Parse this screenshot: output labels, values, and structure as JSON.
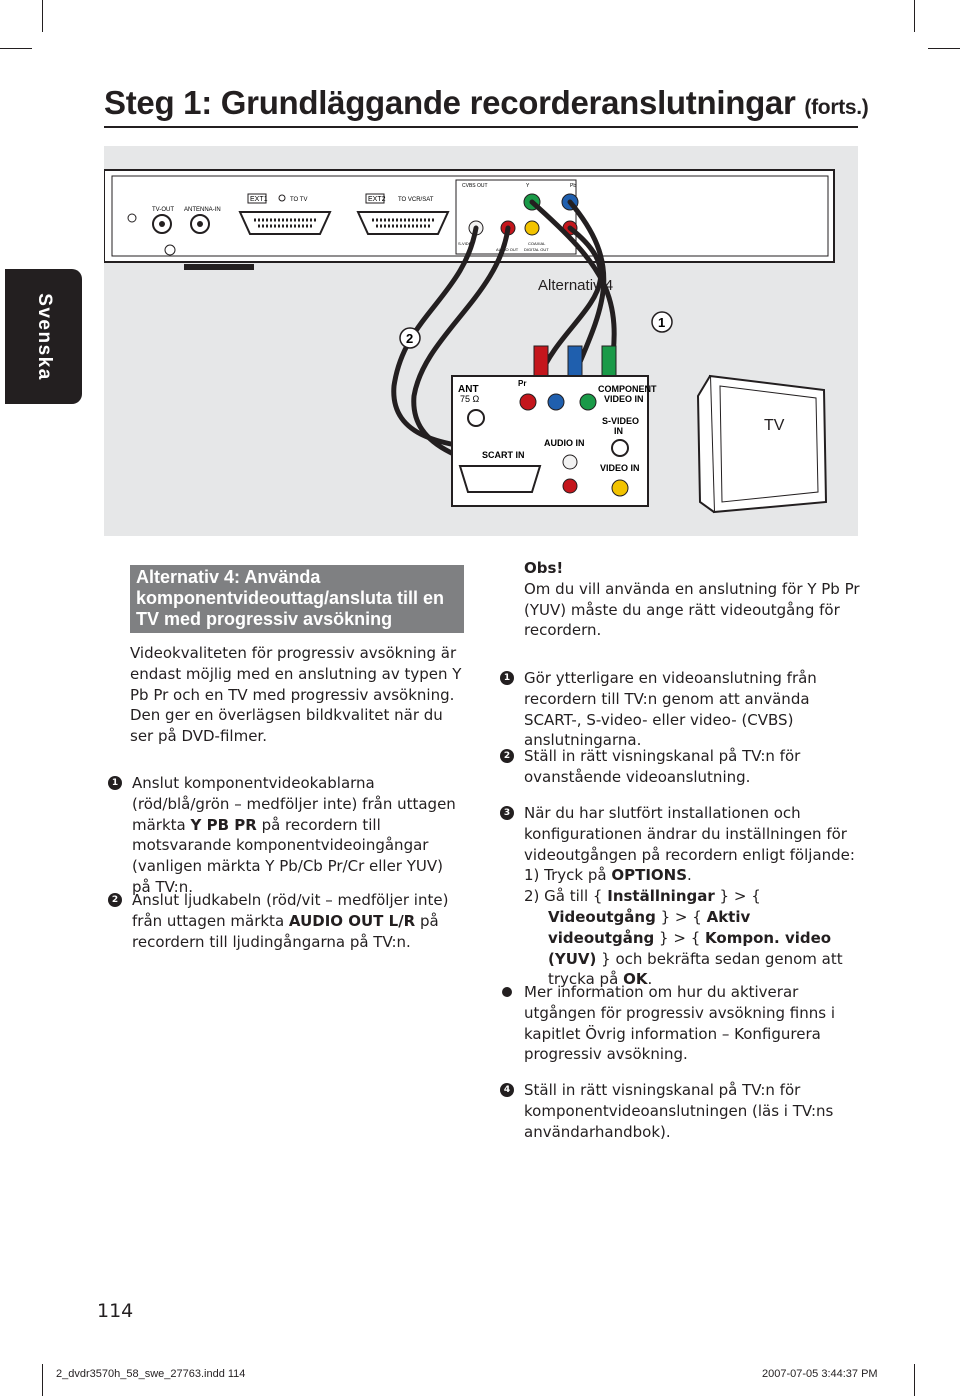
{
  "page": {
    "title": "Steg 1: Grundläggande recorderanslutningar",
    "title_suffix": "(forts.)",
    "side_tab": "Svenska",
    "page_number": "114"
  },
  "figure": {
    "recorder_labels": {
      "tv_out": "TV-OUT",
      "antenna_in": "ANTENNA-IN",
      "ext1": "EXT1",
      "to_tv": "TO TV",
      "ext2": "EXT2",
      "to_vcr": "TO VCR/SAT",
      "cvbs_out": "CVBS OUT",
      "y": "Y",
      "pb": "Pb",
      "svideo": "S-VIDEO",
      "audio_out": "AUDIO OUT",
      "coaxial": "COAXIAL",
      "digital_out": "DIGITAL OUT"
    },
    "alt_label": "Alternativ 4",
    "marker_1": "1",
    "marker_2": "2",
    "tv_panel_labels": {
      "ant": "ANT",
      "ohm": "75 Ω",
      "pr": "Pr",
      "component": "COMPONENT",
      "video_in_top": "VIDEO IN",
      "svideo": "S-VIDEO",
      "in": "IN",
      "audio_in": "AUDIO IN",
      "scart_in": "SCART IN",
      "video_in": "VIDEO IN"
    },
    "tv_label": "TV",
    "colors": {
      "red": "#c4161c",
      "blue": "#1f5fae",
      "green": "#1a9a48",
      "yellow": "#f2c300",
      "white": "#f2f2f2",
      "grey_bg": "#e6e7e8"
    }
  },
  "left": {
    "heading": "Alternativ 4: Använda komponentvideouttag/ansluta till en TV med progressiv avsökning",
    "intro": "Videokvaliteten för progressiv avsökning är endast möjlig med en anslutning av typen Y Pb Pr och en TV med progressiv avsökning. Den ger en överlägsen bildkvalitet när du ser på DVD-filmer.",
    "step1_marker": "1",
    "step1_a": "Anslut komponentvideokablarna (röd/blå/grön – medföljer inte) från uttagen märkta",
    "step1_b": "Y PB PR",
    "step1_c": "på recordern till motsvarande komponentvideoingångar (vanligen märkta Y Pb/Cb Pr/Cr eller YUV) på TV:n.",
    "step2_marker": "2",
    "step2_a": "Anslut ljudkabeln (röd/vit – medföljer inte) från uttagen märkta",
    "step2_b": "AUDIO OUT L/R",
    "step2_c": "på recordern till ljudingångarna på TV:n."
  },
  "right": {
    "obs_title": "Obs!",
    "obs_text": "Om du vill använda en anslutning för Y Pb Pr (YUV) måste du ange rätt videoutgång för recordern.",
    "item1_marker": "1",
    "item1": "Gör ytterligare en videoanslutning från recordern till TV:n genom att använda SCART-, S-video- eller video- (CVBS) anslutningarna.",
    "item2_marker": "2",
    "item2": "Ställ in rätt visningskanal på TV:n för ovanstående videoanslutning.",
    "item3_marker": "3",
    "item3": "När du har slutfört installationen och konfigurationen ändrar du inställningen för videoutgången på recordern enligt följande:",
    "sub1_a": "1) Tryck på",
    "sub1_b": "OPTIONS",
    "sub1_c": ".",
    "sub2_a": "2) Gå till {",
    "sub2_b": "Inställningar",
    "sub2_c": "} > {",
    "sub2_d": "Videoutgång",
    "sub2_e": "} > {",
    "sub2_f": "Aktiv videoutgång",
    "sub2_g": "} > {",
    "sub2_h": "Kompon. video (YUV)",
    "sub2_i": "} och bekräfta sedan genom att trycka på",
    "sub2_j": "OK",
    "sub2_k": ".",
    "bullet": "Mer information om hur du aktiverar utgången för progressiv avsökning finns i kapitlet Övrig information – Konfigurera progressiv avsökning.",
    "item4_marker": "4",
    "item4": "Ställ in rätt visningskanal på TV:n för komponentvideoanslutningen (läs i TV:ns användarhandbok)."
  },
  "footer": {
    "file": "2_dvdr3570h_58_swe_27763.indd   114",
    "date": "2007-07-05   3:44:37 PM"
  }
}
